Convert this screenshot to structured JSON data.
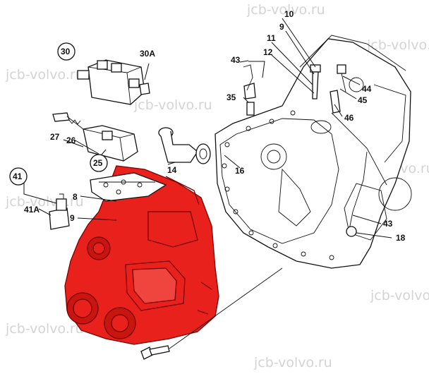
{
  "watermark": "jcb-volvo.ru",
  "colors": {
    "highlight": "#e8211c",
    "line": "#111111",
    "watermark": "#d4d4d4"
  },
  "labels": {
    "l10": "10",
    "l9a": "9",
    "l11": "11",
    "l12": "12",
    "l43a": "43",
    "l44": "44",
    "l45": "45",
    "l46": "46",
    "l35": "35",
    "l30": "30",
    "l30A": "30A",
    "l27": "27",
    "l26": "26",
    "l25": "25",
    "l14": "14",
    "l16": "16",
    "l41": "41",
    "l41A": "41A",
    "l8": "8",
    "l9b": "9",
    "l43b": "43",
    "l18": "18"
  }
}
